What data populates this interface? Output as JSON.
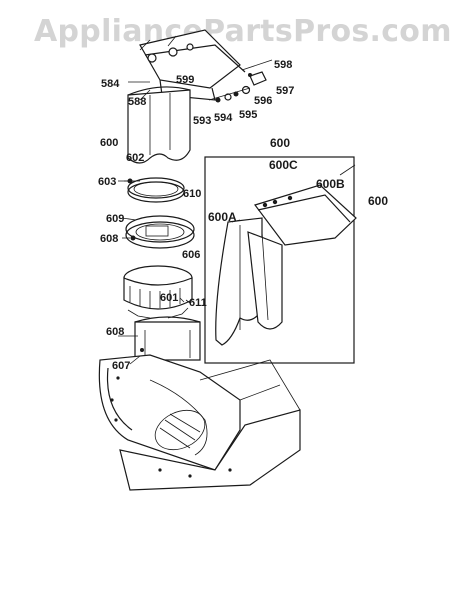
{
  "watermark": "AppliancePartsPros.com",
  "labels": {
    "l598": "598",
    "l584": "584",
    "l599": "599",
    "l597": "597",
    "l588": "588",
    "l596": "596",
    "l593": "593",
    "l594": "594",
    "l595": "595",
    "l600": "600",
    "l602": "602",
    "l603": "603",
    "l610": "610",
    "l609": "609",
    "l608a": "608",
    "l606": "606",
    "l601": "601",
    "l611": "611",
    "l608b": "608",
    "l607": "607",
    "inset_600": "600",
    "inset_600c": "600C",
    "inset_600b": "600B",
    "inset_600a": "600A",
    "inset_600_side": "600"
  },
  "colors": {
    "ink": "#1a1a1a",
    "watermark": "#d4d4d4",
    "background": "#ffffff"
  }
}
